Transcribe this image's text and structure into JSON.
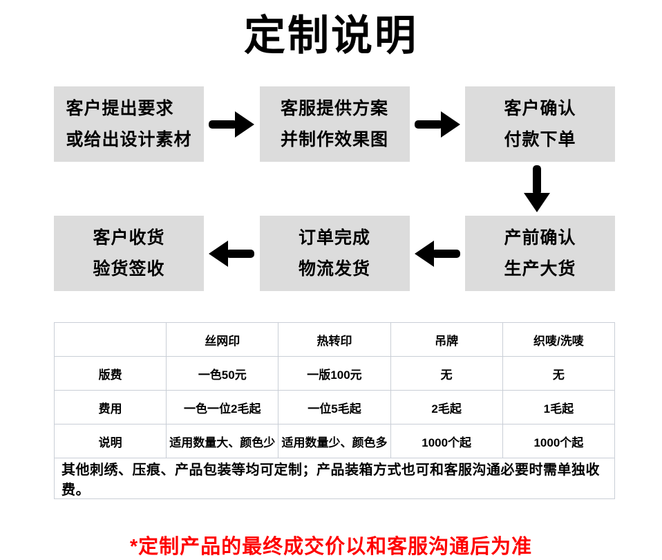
{
  "page": {
    "title": "定制说明",
    "footer_note": "*定制产品的最终成交价以和客服沟通后为准"
  },
  "flowchart": {
    "steps": [
      {
        "line1": "客户提出要求",
        "line2": "或给出设计素材"
      },
      {
        "line1": "客服提供方案",
        "line2": "并制作效果图"
      },
      {
        "line1": "客户确认",
        "line2": "付款下单"
      },
      {
        "line1": "产前确认",
        "line2": "生产大货"
      },
      {
        "line1": "订单完成",
        "line2": "物流发货"
      },
      {
        "line1": "客户收货",
        "line2": "验货签收"
      }
    ]
  },
  "pricing_table": {
    "columns": [
      "",
      "丝网印",
      "热转印",
      "吊牌",
      "织唛/洗唛"
    ],
    "rows": [
      {
        "label": "版费",
        "values": [
          "一色50元",
          "一版100元",
          "无",
          "无"
        ]
      },
      {
        "label": "费用",
        "values": [
          "一色一位2毛起",
          "一位5毛起",
          "2毛起",
          "1毛起"
        ]
      },
      {
        "label": "说明",
        "values": [
          "适用数量大、颜色少",
          "适用数量少、颜色多",
          "1000个起",
          "1000个起"
        ]
      }
    ],
    "footnote": "其他刺绣、压痕、产品包装等均可定制；产品装箱方式也可和客服沟通必要时需单独收费。"
  },
  "colors": {
    "box_fill": "#dcdcdc",
    "arrow": "#000000",
    "table_border": "#c9ced6",
    "footer_red": "#fe0000"
  }
}
